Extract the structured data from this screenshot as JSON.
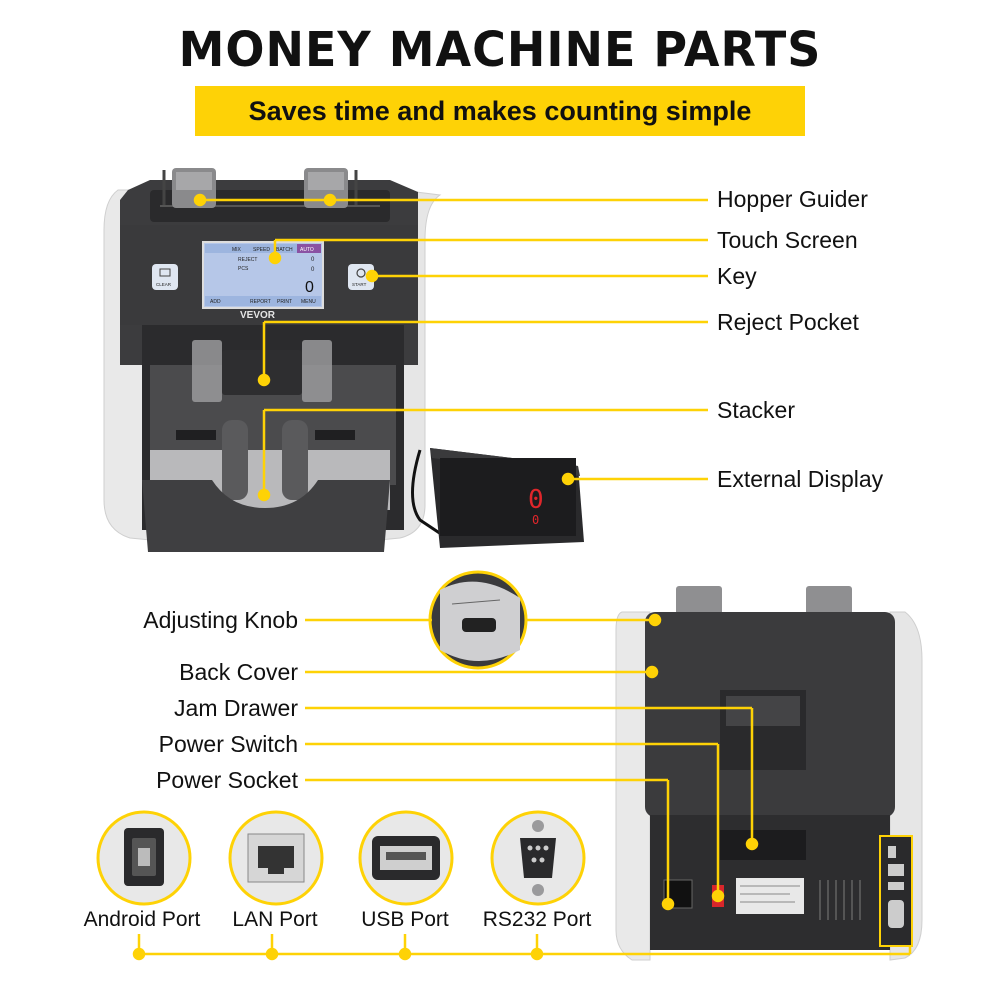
{
  "header": {
    "title": "MONEY MACHINE PARTS",
    "subtitle": "Saves time and makes counting simple"
  },
  "colors": {
    "accent": "#fed206",
    "machine_dark": "#3b3b3d",
    "machine_light": "#e9e9e9",
    "led_red": "#e0262b"
  },
  "front_labels": [
    "Hopper Guider",
    "Touch Screen",
    "Key",
    "Reject Pocket",
    "Stacker",
    "External Display"
  ],
  "back_labels": [
    "Adjusting Knob",
    "Back Cover",
    "Jam Drawer",
    "Power Switch",
    "Power Socket"
  ],
  "ports": [
    "Android Port",
    "LAN Port",
    "USB Port",
    "RS232 Port"
  ],
  "screen": {
    "tabs": [
      "MIX",
      "SPEED",
      "BATCH",
      "AUTO"
    ],
    "rows": [
      {
        "label": "REJECT",
        "value": "0"
      },
      {
        "label": "PCS",
        "value": "0"
      }
    ],
    "total": "0",
    "buttons": [
      "ADD",
      "REPORT",
      "PRINT",
      "MENU"
    ]
  },
  "keys": {
    "left": "CLEAR",
    "right": "START"
  },
  "brand": "VEVOR",
  "display_digits": {
    "main": "0",
    "small": "0"
  }
}
